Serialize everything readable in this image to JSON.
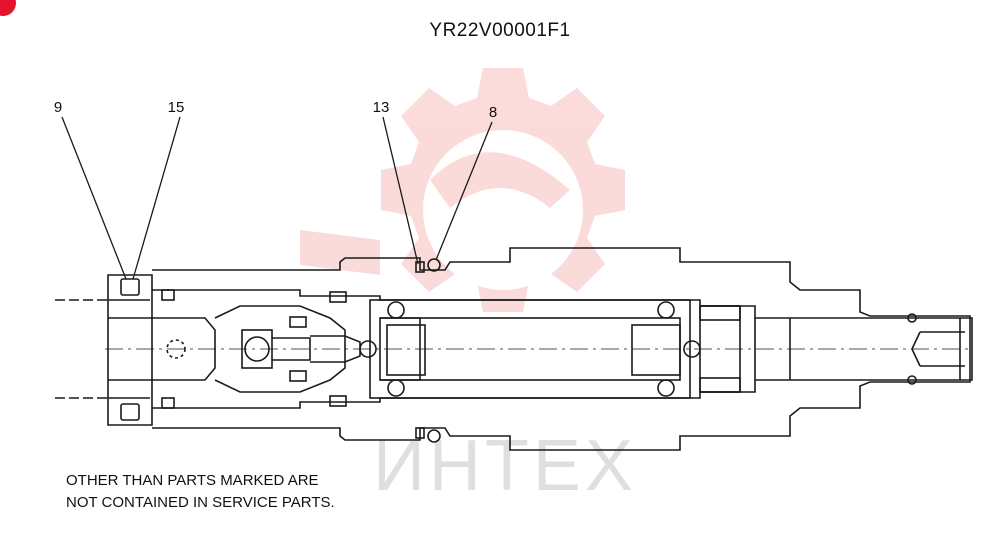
{
  "drawing_number": "YR22V00001F1",
  "callouts": [
    {
      "id": "9",
      "label": "9"
    },
    {
      "id": "15",
      "label": "15"
    },
    {
      "id": "13",
      "label": "13"
    },
    {
      "id": "8",
      "label": "8"
    }
  ],
  "note": {
    "line1": "OTHER THAN PARTS MARKED ARE",
    "line2": "NOT CONTAINED IN SERVICE PARTS."
  },
  "watermark": {
    "text": "ИНТЕХ",
    "color": "#f05a5a"
  },
  "colors": {
    "line": "#1a1a1a",
    "badge": "#e2132b"
  }
}
